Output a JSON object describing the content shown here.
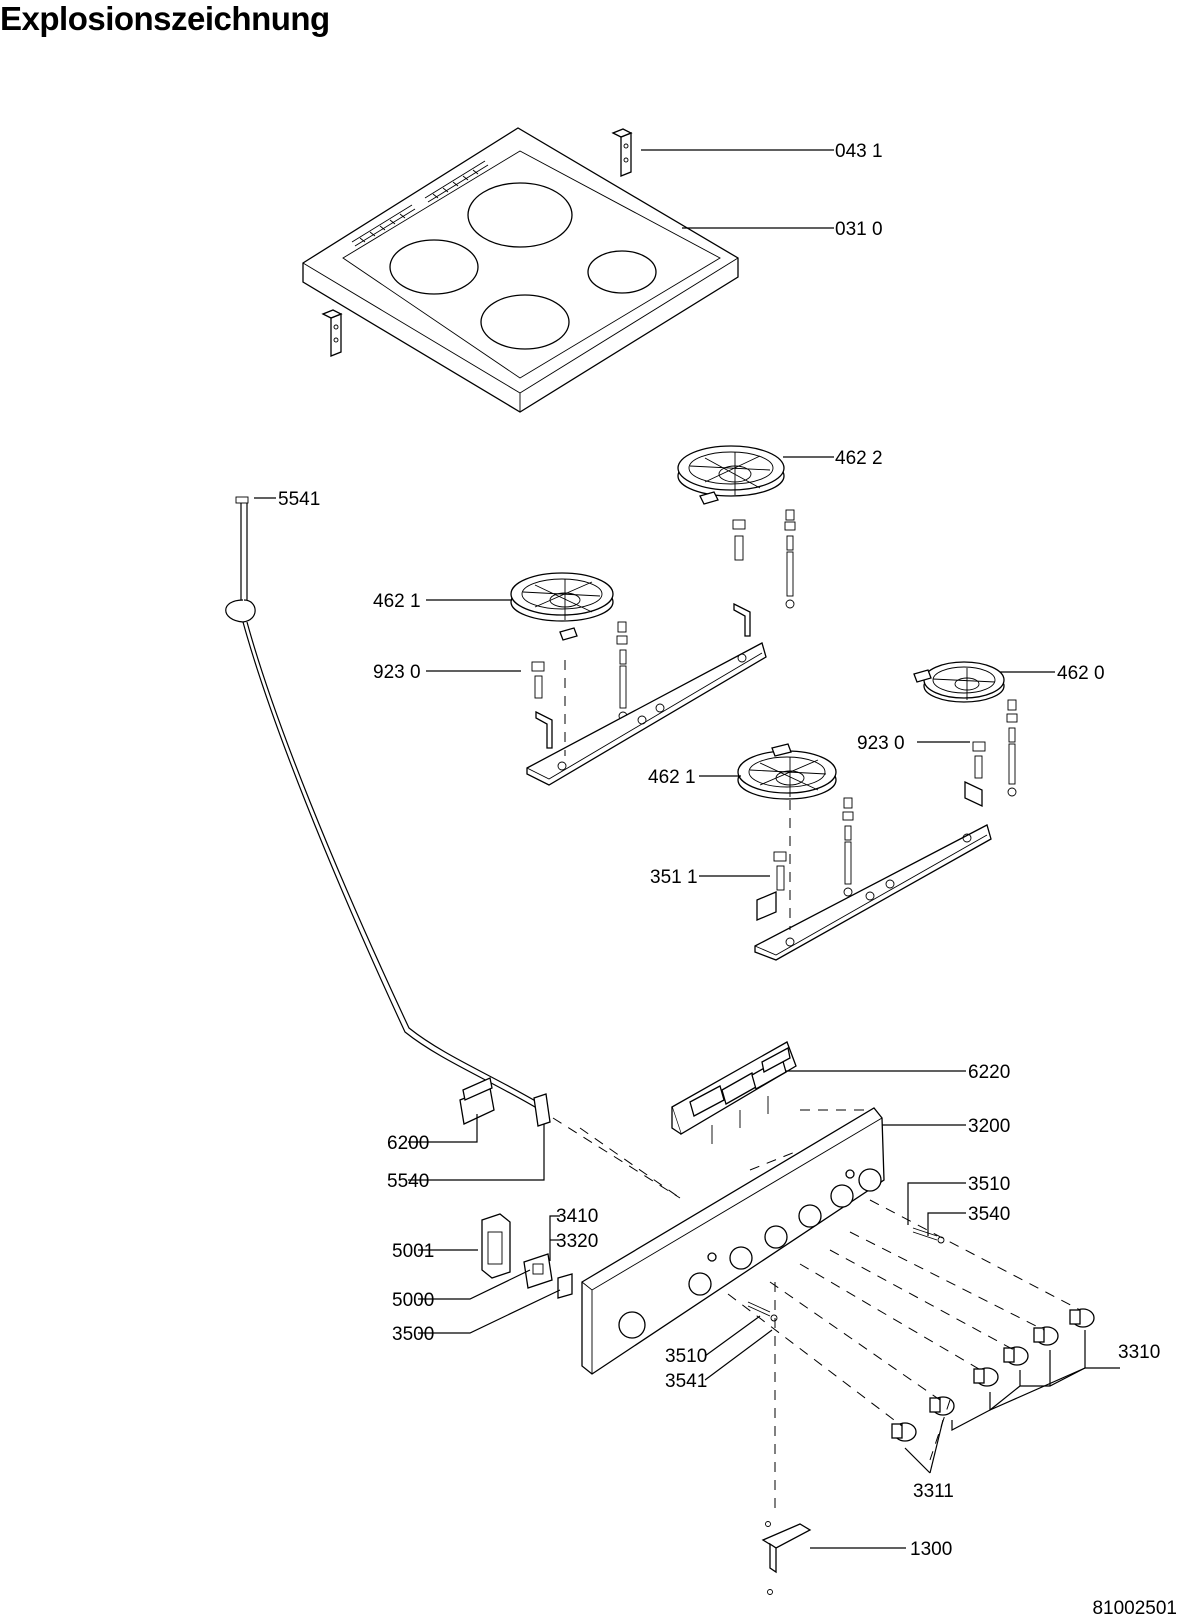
{
  "title": "Explosionszeichnung",
  "document_number": "81002501",
  "labels": {
    "l_0431": "043 1",
    "l_0310": "031 0",
    "l_4622": "462 2",
    "l_5541": "5541",
    "l_4621a": "462 1",
    "l_9230a": "923 0",
    "l_4620": "462 0",
    "l_9230b": "923 0",
    "l_4621b": "462 1",
    "l_3511": "351 1",
    "l_6220": "6220",
    "l_3200": "3200",
    "l_6200": "6200",
    "l_5540": "5540",
    "l_3510a": "3510",
    "l_3540": "3540",
    "l_3410": "3410",
    "l_3320": "3320",
    "l_5001": "5001",
    "l_5000": "5000",
    "l_3500": "3500",
    "l_3310": "3310",
    "l_3510b": "3510",
    "l_3541": "3541",
    "l_3311": "3311",
    "l_1300": "1300"
  }
}
